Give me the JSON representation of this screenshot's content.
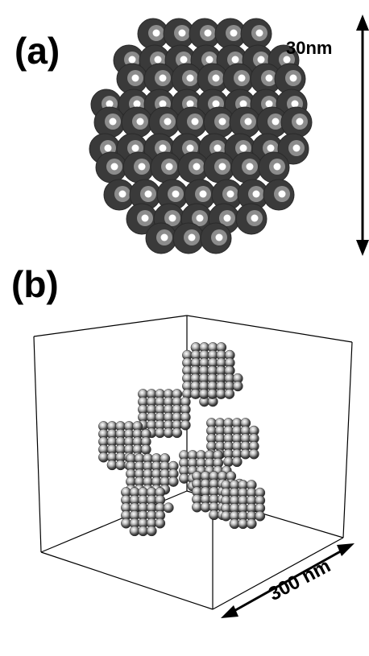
{
  "panels": [
    {
      "label": "(a)",
      "scale_bar": "30nm",
      "content": "single nanocluster of stacked spheres"
    },
    {
      "label": "(b)",
      "scale_bar": "300 nm",
      "content": "aggregate of nanoclusters inside a 3D box"
    }
  ],
  "colors": {
    "background": "#ffffff",
    "sphere_shell": "#3c3c3c",
    "sphere_core": "#ffffff",
    "lines": "#000000"
  }
}
